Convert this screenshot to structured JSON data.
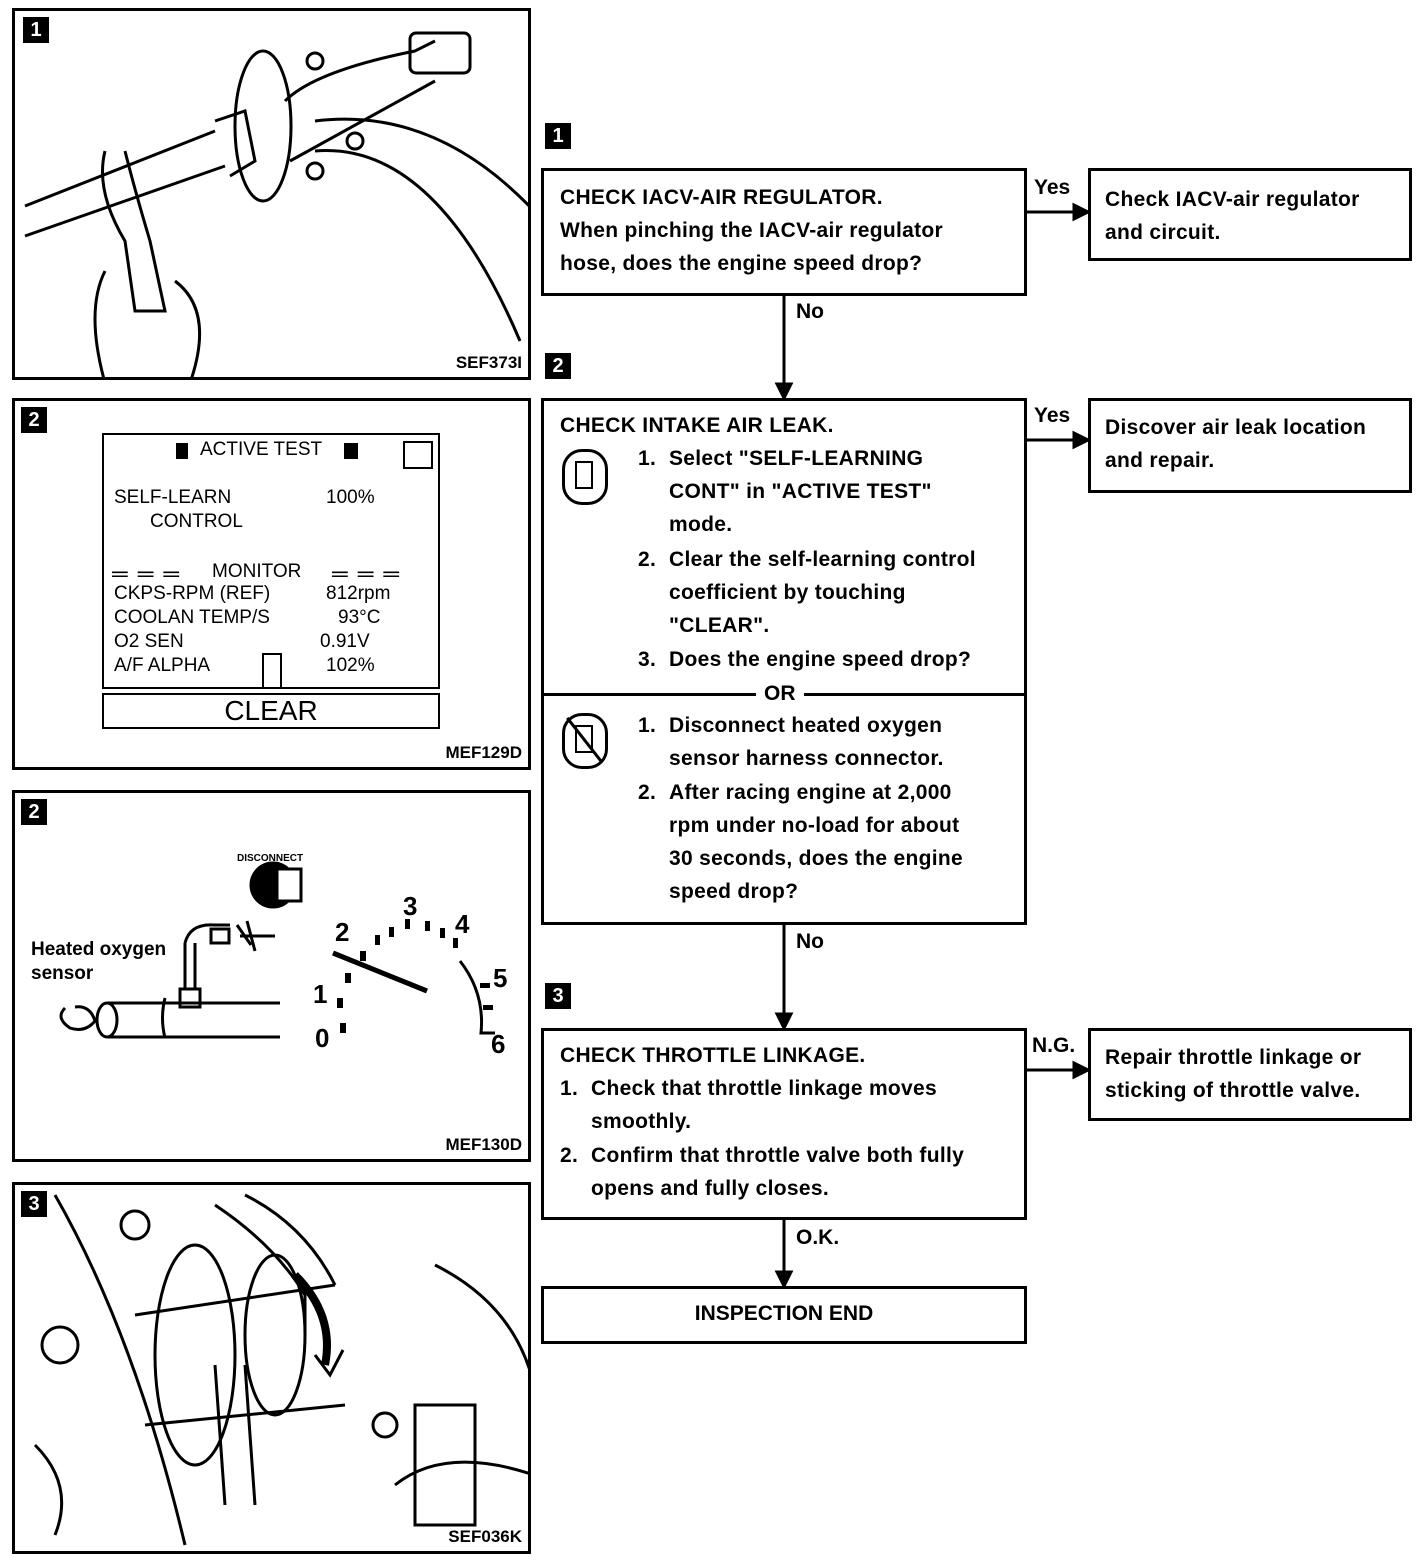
{
  "illustrations": {
    "p1": {
      "step": "1",
      "code": "SEF373I"
    },
    "p2": {
      "step": "2",
      "code": "MEF129D",
      "screen": {
        "title": "ACTIVE TEST",
        "self_learn_1": "SELF-LEARN",
        "self_learn_2": "CONTROL",
        "self_learn_val": "100%",
        "monitor": "MONITOR",
        "rows": [
          {
            "label": "CKPS-RPM (REF)",
            "value": "812rpm"
          },
          {
            "label": "COOLAN TEMP/S",
            "value": "93°C"
          },
          {
            "label": "O2 SEN",
            "value": "0.91V"
          },
          {
            "label": "A/F ALPHA",
            "value": "102%"
          }
        ],
        "clear": "CLEAR"
      }
    },
    "p3": {
      "step": "2",
      "code": "MEF130D",
      "disconnect": "DISCONNECT",
      "sensor_label_1": "Heated oxygen",
      "sensor_label_2": "sensor",
      "gauge": [
        "0",
        "1",
        "2",
        "3",
        "4",
        "5",
        "6"
      ]
    },
    "p4": {
      "step": "3",
      "code": "SEF036K"
    }
  },
  "flow": {
    "step1": {
      "num": "1",
      "title": "CHECK IACV-AIR REGULATOR.",
      "lines": [
        "When pinching the IACV-air regulator",
        "hose, does the engine speed drop?"
      ],
      "yes": "Yes",
      "no": "No",
      "result": [
        "Check IACV-air regulator",
        "and circuit."
      ]
    },
    "step2": {
      "num": "2",
      "title": "CHECK INTAKE AIR LEAK.",
      "a": [
        {
          "n": "1.",
          "lines": [
            "Select \"SELF-LEARNING",
            "CONT\" in \"ACTIVE TEST\"",
            "mode."
          ]
        },
        {
          "n": "2.",
          "lines": [
            "Clear the self-learning control",
            "coefficient by touching",
            "\"CLEAR\"."
          ]
        },
        {
          "n": "3.",
          "lines": [
            "Does the engine speed drop?"
          ]
        }
      ],
      "or": "OR",
      "b": [
        {
          "n": "1.",
          "lines": [
            "Disconnect heated oxygen",
            "sensor harness connector."
          ]
        },
        {
          "n": "2.",
          "lines": [
            "After racing engine at 2,000",
            "rpm under no-load for about",
            "30 seconds, does the engine",
            "speed drop?"
          ]
        }
      ],
      "yes": "Yes",
      "no": "No",
      "result": [
        "Discover air leak location",
        "and repair."
      ]
    },
    "step3": {
      "num": "3",
      "title": "CHECK THROTTLE LINKAGE.",
      "items": [
        {
          "n": "1.",
          "lines": [
            "Check that throttle linkage moves",
            "smoothly."
          ]
        },
        {
          "n": "2.",
          "lines": [
            "Confirm that throttle valve both fully",
            "opens and fully closes."
          ]
        }
      ],
      "ng": "N.G.",
      "ok": "O.K.",
      "result": [
        "Repair throttle linkage or",
        "sticking of throttle valve."
      ]
    },
    "end": "INSPECTION END"
  }
}
